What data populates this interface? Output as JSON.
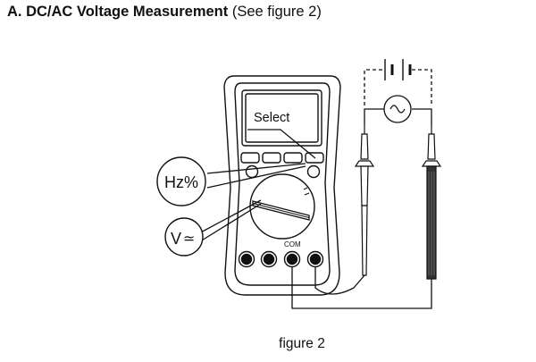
{
  "heading": {
    "title": "A. DC/AC Voltage Measurement",
    "note": "(See figure 2)"
  },
  "figure": {
    "select_label": "Select",
    "hz_label": "Hz%",
    "v_label": "V",
    "v_symbol": "≃",
    "com_label": "COM",
    "caption": "figure 2",
    "icons": [
      "dc-battery-icon",
      "ac-source-icon"
    ]
  }
}
